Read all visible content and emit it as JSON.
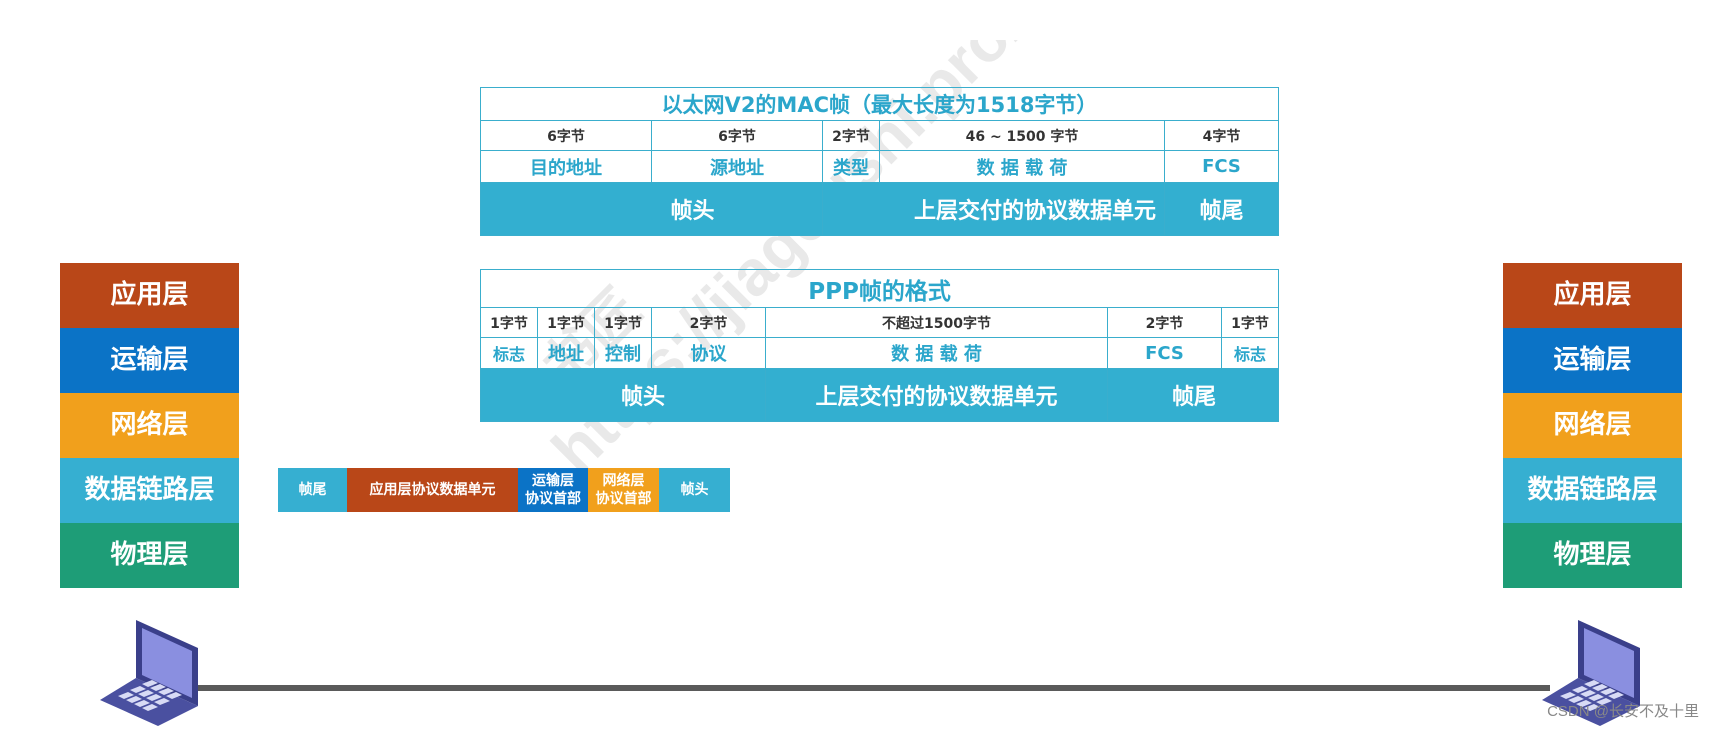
{
  "mac_frame": {
    "title": "以太网V2的MAC帧（最大长度为1518字节）",
    "sizes": [
      "6字节",
      "6字节",
      "2字节",
      "46 ~ 1500 字节",
      "4字节"
    ],
    "fields": [
      "目的地址",
      "源地址",
      "类型",
      "数 据 载 荷",
      "FCS"
    ],
    "band": [
      "帧头",
      "上层交付的协议数据单元",
      "帧尾"
    ]
  },
  "ppp_frame": {
    "title": "PPP帧的格式",
    "sizes": [
      "1字节",
      "1字节",
      "1字节",
      "2字节",
      "不超过1500字节",
      "2字节",
      "1字节"
    ],
    "fields": [
      "标志",
      "地址",
      "控制",
      "协议",
      "数 据 载 荷",
      "FCS",
      "标志"
    ],
    "band": [
      "帧头",
      "上层交付的协议数据单元",
      "帧尾"
    ]
  },
  "layers": [
    {
      "label": "应用层",
      "color": "#b94718"
    },
    {
      "label": "运输层",
      "color": "#0b73c6"
    },
    {
      "label": "网络层",
      "color": "#f1a01c"
    },
    {
      "label": "数据链路层",
      "color": "#36afd1"
    },
    {
      "label": "物理层",
      "color": "#1e9d77"
    }
  ],
  "encapsulated": [
    {
      "label": "帧尾",
      "color": "#36afd1"
    },
    {
      "label": "应用层协议数据单元",
      "color": "#b94718"
    },
    {
      "label": "运输层\n协议首部",
      "color": "#0b73c6"
    },
    {
      "label": "网络层\n协议首部",
      "color": "#f1a01c"
    },
    {
      "label": "帧头",
      "color": "#36afd1"
    }
  ],
  "credit": "CSDN @长安不及十里"
}
